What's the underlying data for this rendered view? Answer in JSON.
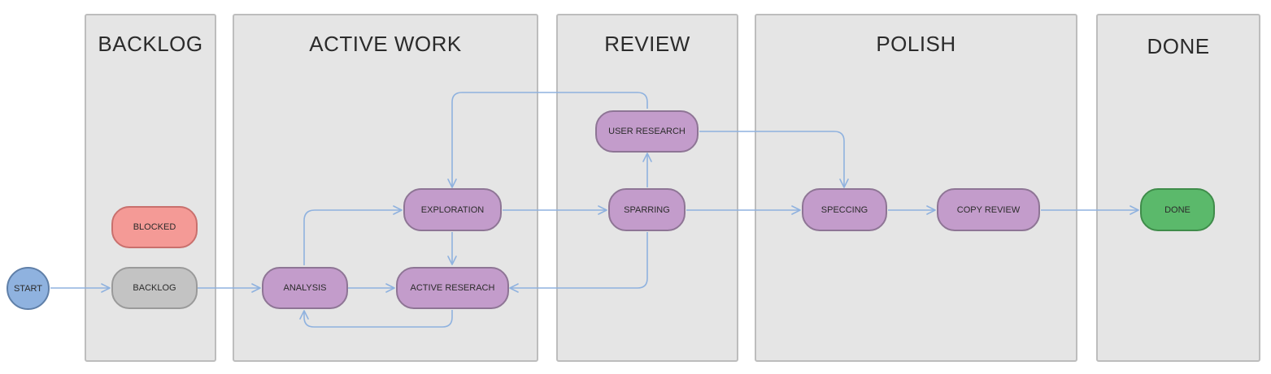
{
  "lanes": {
    "backlog": "BACKLOG",
    "active_work": "ACTIVE WORK",
    "review": "REVIEW",
    "polish": "POLISH",
    "done": "DONE"
  },
  "nodes": {
    "start": "START",
    "blocked": "BLOCKED",
    "backlog": "BACKLOG",
    "analysis": "ANALYSIS",
    "exploration": "EXPLORATION",
    "active_research": "ACTIVE RESERACH",
    "user_research": "USER RESEARCH",
    "sparring": "SPARRING",
    "speccing": "SPECCING",
    "copy_review": "COPY REVIEW",
    "done": "DONE"
  },
  "colors": {
    "lane_fill": "#e5e5e5",
    "lane_border": "#bdbdbd",
    "edge": "#8fb2df",
    "state_purple": "#c39ccb",
    "backlog_gray": "#c3c3c3",
    "blocked_red": "#f49a96",
    "done_green": "#5bb96b",
    "start_blue": "#8fb2df"
  }
}
